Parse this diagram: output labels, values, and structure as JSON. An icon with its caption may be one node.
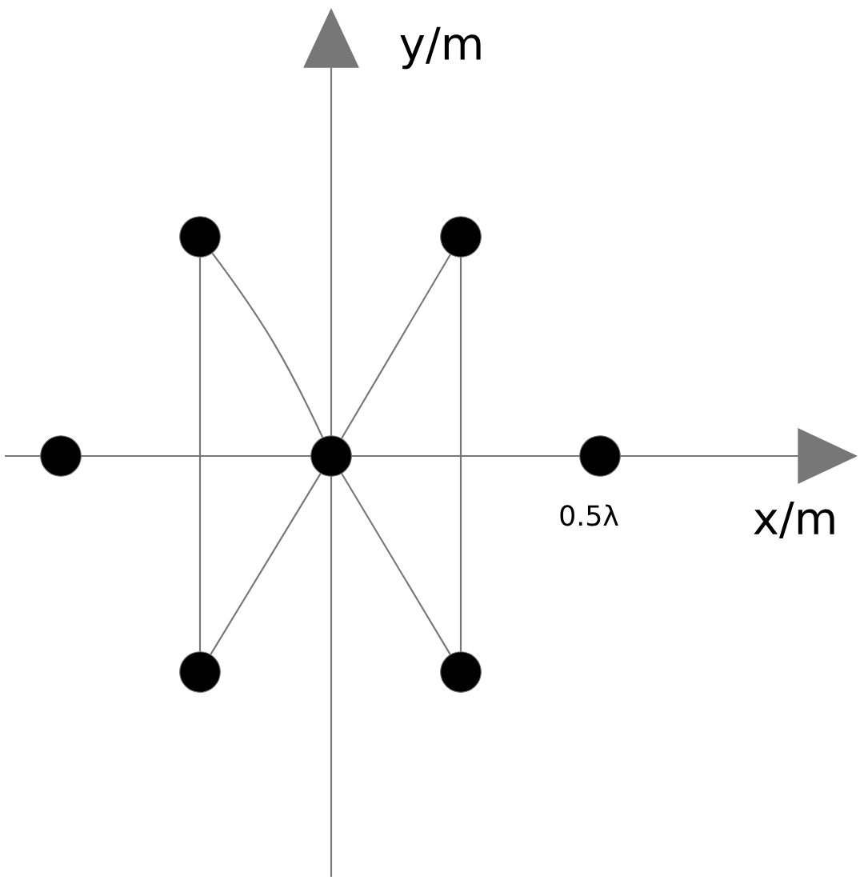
{
  "diagram": {
    "nodes": [
      {
        "text": [],
        "shape": "circle"
      },
      {
        "text": [],
        "shape": "circle"
      },
      {
        "text": [],
        "shape": "circle"
      },
      {
        "text": [],
        "shape": "circle"
      },
      {
        "text": [],
        "shape": "circle"
      },
      {
        "text": [],
        "shape": "circle"
      },
      {
        "text": [],
        "shape": "circle"
      }
    ],
    "edges": [
      {
        "from": 0,
        "to": 5,
        "arrow": "none"
      },
      {
        "from": 1,
        "to": 6,
        "arrow": "none"
      },
      {
        "from": 0,
        "to": 3,
        "arrow": "none"
      },
      {
        "from": 1,
        "to": 3,
        "arrow": "none"
      },
      {
        "from": 3,
        "to": 5,
        "arrow": "none"
      },
      {
        "from": 3,
        "to": 6,
        "arrow": "none"
      }
    ],
    "labels": [
      "y/m",
      "x/m",
      "0.5λ"
    ]
  }
}
